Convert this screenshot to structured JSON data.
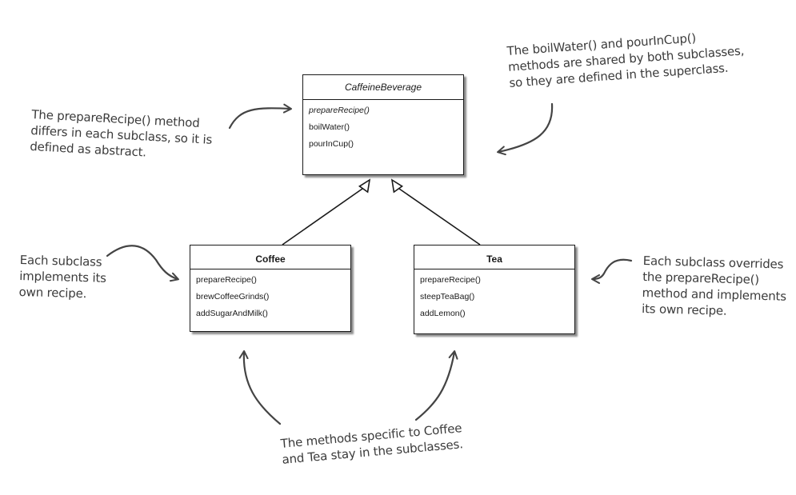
{
  "classes": {
    "superclass": {
      "name": "CaffeineBeverage",
      "methods": [
        "prepareRecipe()",
        "boilWater()",
        "pourInCup()"
      ]
    },
    "coffee": {
      "name": "Coffee",
      "methods": [
        "prepareRecipe()",
        "brewCoffeeGrinds()",
        "addSugarAndMilk()"
      ]
    },
    "tea": {
      "name": "Tea",
      "methods": [
        "prepareRecipe()",
        "steepTeaBag()",
        "addLemon()"
      ]
    }
  },
  "annotations": {
    "abstract_note": [
      "The prepareRecipe() method",
      "differs in each subclass, so it is",
      "defined as abstract."
    ],
    "shared_note": [
      "The boilWater() and pourInCup()",
      "methods are shared by both subclasses,",
      "so they are defined in the superclass."
    ],
    "coffee_note": [
      "Each subclass",
      "implements its",
      "own recipe."
    ],
    "tea_note": [
      "Each subclass overrides",
      "the prepareRecipe()",
      "method and implements",
      "its own recipe."
    ],
    "specific_note": [
      "The methods specific to Coffee",
      "and Tea stay in the subclasses."
    ]
  },
  "colors": {
    "line": "#1a1a1a",
    "pen": "#444444",
    "text": "#3b3b3b"
  }
}
